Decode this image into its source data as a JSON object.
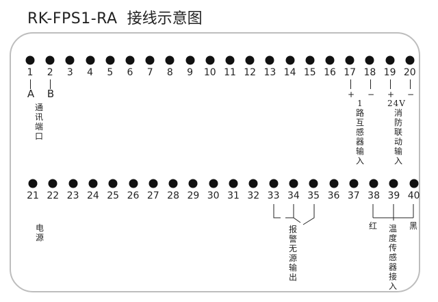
{
  "title": {
    "model": "RK-FPS1-RA",
    "caption": "接线示意图"
  },
  "top_row": {
    "terminals": [
      "1",
      "2",
      "3",
      "4",
      "5",
      "6",
      "7",
      "8",
      "9",
      "10",
      "11",
      "12",
      "13",
      "14",
      "15",
      "16",
      "17",
      "18",
      "19",
      "20"
    ],
    "labels": {
      "t1_letter": "A",
      "t2_letter": "B",
      "comm_port": "通讯端口",
      "t17_sign": "+",
      "t18_sign": "−",
      "t19_sign": "+",
      "t20_sign": "−",
      "ct_input_num": "1",
      "ct_input": "路互感器输入",
      "fire_link_volt": "24V",
      "fire_link": "消防联动输入"
    }
  },
  "bottom_row": {
    "terminals": [
      "21",
      "22",
      "23",
      "24",
      "25",
      "26",
      "27",
      "28",
      "29",
      "30",
      "31",
      "32",
      "33",
      "34",
      "35",
      "36",
      "37",
      "38",
      "39",
      "40"
    ],
    "labels": {
      "power": "电源",
      "alarm_output": "报警无源输出",
      "red": "红",
      "temp_sensor": "温度传感器接入",
      "black": "黑"
    }
  }
}
